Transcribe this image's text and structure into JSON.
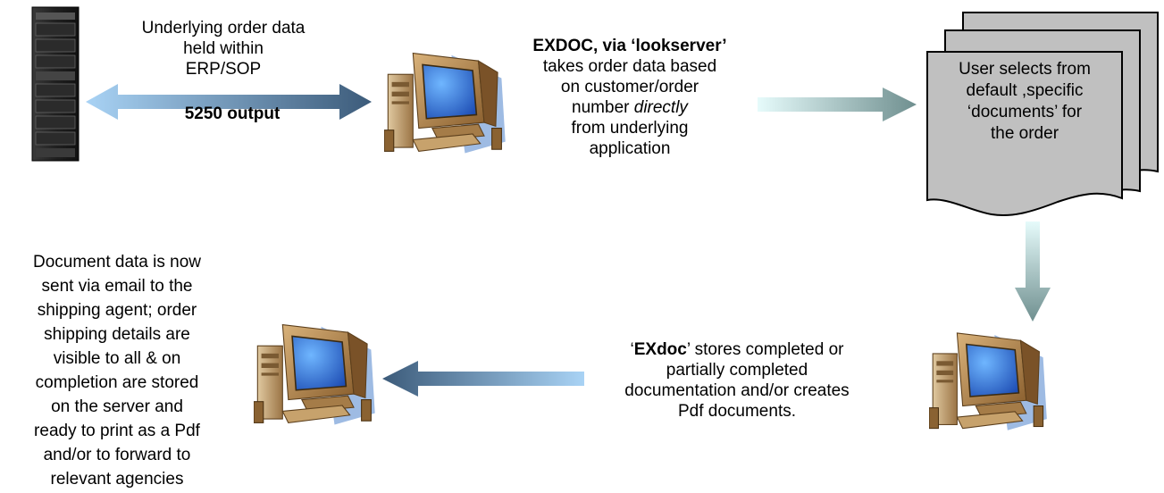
{
  "server_caption": {
    "line1": "Underlying order data",
    "line2": "held within",
    "line3": "ERP/SOP"
  },
  "link_label": "5250 output",
  "exdoc_top": {
    "title": "EXDOC, via ‘lookserver’",
    "line1": "takes order data based",
    "line2": "on customer/order",
    "line3_pre": "number ",
    "line3_em": "directly",
    "line4": "from underlying",
    "line5": "application"
  },
  "documents": {
    "line1": "User selects from",
    "line2": "default ,specific",
    "line3": "‘documents’ for",
    "line4": "the order"
  },
  "exdoc_store": {
    "quote_open": "‘",
    "name": "EXdoc",
    "line1_rest": "’ stores completed or",
    "line2": "partially completed",
    "line3": "documentation and/or creates",
    "line4": "Pdf documents."
  },
  "final_caption": [
    "Document data is now",
    "sent via email to the",
    "shipping agent; order",
    "shipping details are",
    "visible to all & on",
    "completion are stored",
    "on the server and",
    "ready to print as a Pdf",
    "and/or to forward to",
    "relevant agencies"
  ],
  "icons": {
    "server": "server-rack-icon",
    "computer": "desktop-computer-icon",
    "documents": "document-stack-icon"
  },
  "colors": {
    "arrow_light": "#a9d3f5",
    "arrow_dark": "#3c5b7a",
    "arrow_green_light": "#e6fbfb",
    "arrow_green_dark": "#6f8f8f",
    "doc_fill": "#c0c0c0",
    "monitor_body": "#b5864a",
    "screen": "#3c7de0"
  }
}
